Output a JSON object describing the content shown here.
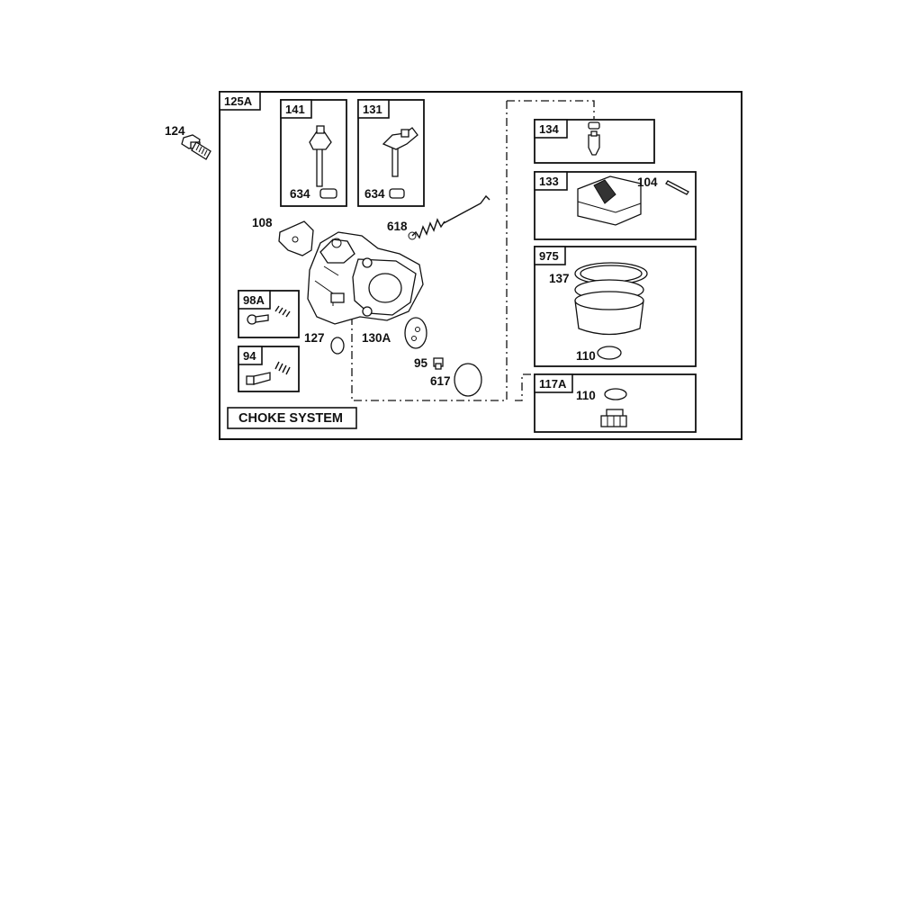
{
  "diagram": {
    "outer_label": "125A",
    "external_label": "124",
    "choke_label": "CHOKE SYSTEM",
    "boxes": {
      "b141": {
        "tag": "141",
        "inner": "634"
      },
      "b131": {
        "tag": "131",
        "inner": "634"
      },
      "b98a": {
        "tag": "98A"
      },
      "b94": {
        "tag": "94"
      },
      "b134": {
        "tag": "134"
      },
      "b133": {
        "tag": "133",
        "inner": "104"
      },
      "b975": {
        "tag": "975",
        "inner_top": "137",
        "inner_bottom": "110"
      },
      "b117a": {
        "tag": "117A",
        "inner": "110"
      }
    },
    "callouts": {
      "c108": "108",
      "c618": "618",
      "c127": "127",
      "c130a": "130A",
      "c95": "95",
      "c617": "617"
    }
  }
}
